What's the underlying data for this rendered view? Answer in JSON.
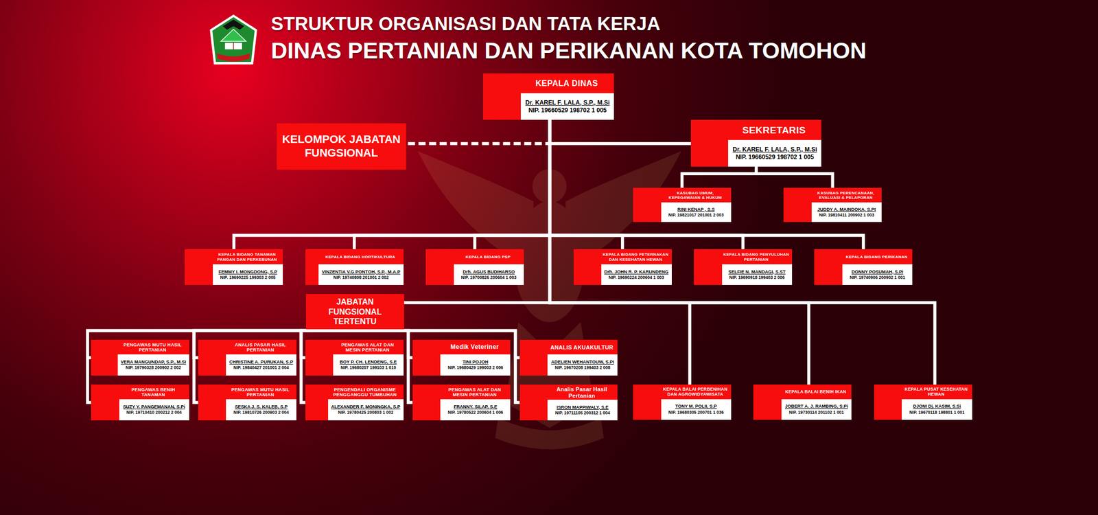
{
  "diagram": {
    "title": "STRUKTUR ORGANISASI DAN TATA KERJA",
    "nodes": [
      {
        "text": [
          "KEPALA DINAS",
          "Dr. KAREL F. LALA, S.P., M.Si",
          "NIP. 19660529 198702 1 005"
        ]
      },
      {
        "text": [
          "KELOMPOK JABATAN FUNGSIONAL"
        ]
      },
      {
        "text": [
          "SEKRETARIS",
          "Dr. KAREL F. LALA, S.P., M.Si",
          "NIP. 19660529 198702 1 005"
        ]
      },
      {
        "text": [
          "KASUBAG UMUM, KEPEGAWAIAN & HUKUM",
          "RINI KENAP , S.S",
          "NIP. 19821017 201001 2 003"
        ]
      },
      {
        "text": [
          "KASUBAG PERENCANAAN, EVALUASI & PELAPORAN",
          "JUDDY A. MAINDOKA, S.Pt",
          "NIP. 19810411 200902 1 003"
        ]
      },
      {
        "text": [
          "KEPALA BIDANG TANAMAN PANGAN DAN PERKEBUNAN",
          "FEMMY I. MONGDONG, S.P",
          "NIP. 19690225 199303 2 005"
        ]
      },
      {
        "text": [
          "KEPALA BIDANG HORTIKULTURA",
          "VINZENTIA V.G PONTOH, S.P., M.A.P",
          "NIP. 19740808 201001 2 002"
        ]
      },
      {
        "text": [
          "KEPALA BIDANG PSP",
          "Drh. AGUS BUDIHARSO",
          "NIP. 19700826 200604 1 003"
        ]
      },
      {
        "text": [
          "KEPALA BIDANG PETERNAKAN DAN KESEHATAN HEWAN",
          "Drh. JOHN R. P. KARUNDENG",
          "NIP. 19690224 200604 1 003"
        ]
      },
      {
        "text": [
          "KEPALA BIDANG PENYULUHAN PERTANIAN",
          "SELFIE N. MANDAGI, S.ST",
          "NIP. 19690918 199403 2 006"
        ]
      },
      {
        "text": [
          "KEPALA BIDANG PERIKANAN",
          "DONNY POSUMAH, S.Pi",
          "NIP. 19740906 200902 1 001"
        ]
      },
      {
        "text": [
          "JABATAN FUNGSIONAL TERTENTU"
        ]
      },
      {
        "text": [
          "PENGAWAS MUTU HASIL PERTANIAN",
          "VERA MANGUNDAP, S.P., M.Si",
          "NIP. 19790328 200902 2 002"
        ]
      },
      {
        "text": [
          "ANALIS PASAR HASIL PERTANIAN",
          "CHRISTINE A. PURUKAN, S.P",
          "NIP. 19840427 201001 2 004"
        ]
      },
      {
        "text": [
          "PENGAWAS ALAT DAN MESIN PERTANIAN",
          "BOY P. CH. LENDENG, S.E",
          "NIP. 19680207 199103 1 010"
        ]
      },
      {
        "text": [
          "Medik Veteriner",
          "TINI POJOH",
          "NIP. 19680429 199003 2 006"
        ]
      },
      {
        "text": [
          "ANALIS AKUAKULTUR",
          "ADELIEN WEHANTOUW, S.Pi",
          "NIP. 19670208 199403 2 008"
        ]
      },
      {
        "text": [
          "PENGAWAS BENIH TANAMAN",
          "SUZY Y. PANGEMANAN, S.Pi",
          "NIP. 19710410 200212 2 004"
        ]
      },
      {
        "text": [
          "PENGAWAS MUTU HASIL PERTANIAN",
          "SESKA J. S. KALEB, S.P",
          "NIP. 19810726 200903 2 004"
        ]
      },
      {
        "text": [
          "PENGENDALI ORGANISME PENGGANGGU TUMBUHAN",
          "ALEXANDER F. MONINGKA, S.P",
          "NIP. 19780425 200803 1 002"
        ]
      },
      {
        "text": [
          "PENGAWAS ALAT DAN MESIN PERTANIAN",
          "FRANNY. SILAP, S.E",
          "NIP. 19780522 200604 1 006"
        ]
      },
      {
        "text": [
          "Analis Pasar Hasil Pertanian",
          "ISRON MAPPIWALY, S.E",
          "NIP. 19711105 200312 1 004"
        ]
      },
      {
        "text": [
          "KEPALA BALAI PERBENIHAN DAN AGROWIDYAWISATA",
          "TONY M. POLII, S.P",
          "NIP. 19680305 200701 1 036"
        ]
      },
      {
        "text": [
          "KEPALA BALAI BENIH IKAN",
          "JOBERT A. J. RAMBING, S.Pi",
          "NIP. 19730114 201102 1 001"
        ]
      },
      {
        "text": [
          "KEPALA PUSAT KESEHATAN HEWAN",
          "DJONI Dj. KASIM, S.Si",
          "NIP. 19670118 198801 1 001"
        ]
      }
    ],
    "edges": [
      {
        "from": 0,
        "to": 1,
        "arrow": "none"
      },
      {
        "from": 0,
        "to": 2,
        "arrow": "none"
      },
      {
        "from": 2,
        "to": 3,
        "arrow": "none"
      },
      {
        "from": 2,
        "to": 4,
        "arrow": "none"
      },
      {
        "from": 0,
        "to": 5,
        "arrow": "none"
      },
      {
        "from": 0,
        "to": 6,
        "arrow": "none"
      },
      {
        "from": 0,
        "to": 7,
        "arrow": "none"
      },
      {
        "from": 0,
        "to": 8,
        "arrow": "none"
      },
      {
        "from": 0,
        "to": 9,
        "arrow": "none"
      },
      {
        "from": 0,
        "to": 10,
        "arrow": "none"
      },
      {
        "from": 0,
        "to": 11,
        "arrow": "none"
      },
      {
        "from": 0,
        "to": 22,
        "arrow": "none"
      },
      {
        "from": 0,
        "to": 23,
        "arrow": "none"
      },
      {
        "from": 0,
        "to": 24,
        "arrow": "none"
      },
      {
        "from": 11,
        "to": 12,
        "arrow": "none"
      },
      {
        "from": 11,
        "to": 13,
        "arrow": "none"
      },
      {
        "from": 11,
        "to": 14,
        "arrow": "none"
      },
      {
        "from": 11,
        "to": 15,
        "arrow": "none"
      },
      {
        "from": 11,
        "to": 16,
        "arrow": "none"
      },
      {
        "from": 11,
        "to": 17,
        "arrow": "none"
      },
      {
        "from": 11,
        "to": 18,
        "arrow": "none"
      },
      {
        "from": 11,
        "to": 19,
        "arrow": "none"
      },
      {
        "from": 11,
        "to": 20,
        "arrow": "none"
      },
      {
        "from": 11,
        "to": 21,
        "arrow": "none"
      }
    ],
    "labels": [
      "DINAS PERTANIAN DAN PERIKANAN KOTA TOMOHON"
    ]
  }
}
